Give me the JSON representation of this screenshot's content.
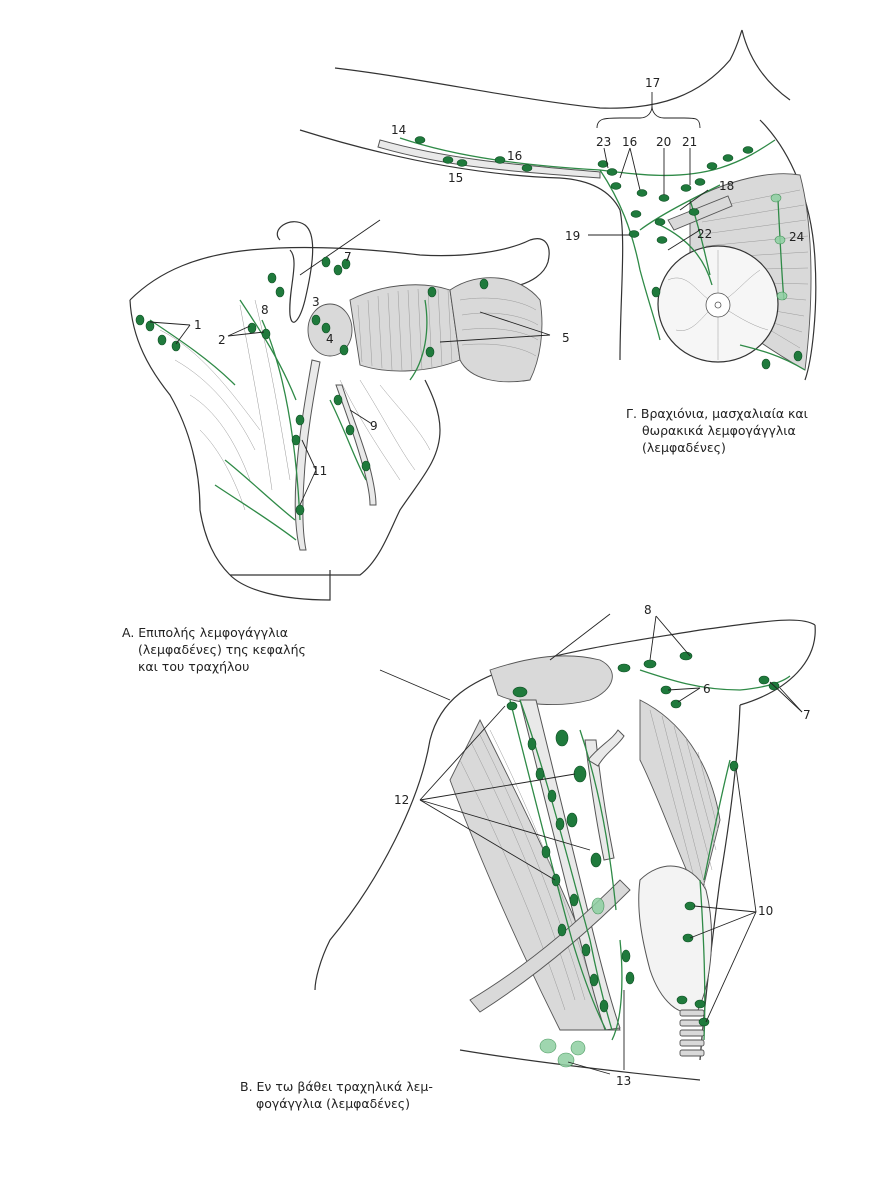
{
  "labels": {
    "l1": "1",
    "l2": "2",
    "l3": "3",
    "l4": "4",
    "l5": "5",
    "l6": "6",
    "l7a": "7",
    "l7b": "7",
    "l8a": "8",
    "l8b": "8",
    "l9": "9",
    "l10": "10",
    "l11": "11",
    "l12": "12",
    "l13": "13",
    "l14": "14",
    "l15": "15",
    "l16a": "16",
    "l16b": "16",
    "l17": "17",
    "l18": "18",
    "l19": "19",
    "l20": "20",
    "l21": "21",
    "l22": "22",
    "l23": "23",
    "l24": "24"
  },
  "captions": {
    "a": {
      "line1": "A. Επιπολής λεμφογάγγλια",
      "line2": "(λεμφαδένες) της κεφαλής",
      "line3": "και του τραχήλου"
    },
    "b": {
      "line1": "B. Εν τω βάθει τραχηλικά λεμ-",
      "line2": "φογάγγλια (λεμφαδένες)"
    },
    "g": {
      "line1": "Γ. Βραχιόνια, μασχαλιαία και",
      "line2": "θωρακικά λεμφογάγγλια",
      "line3": "(λεμφαδένες)"
    }
  },
  "colors": {
    "node": "#1f7a3c",
    "lymph_vessel": "#2f8a47",
    "outline": "#333333"
  }
}
